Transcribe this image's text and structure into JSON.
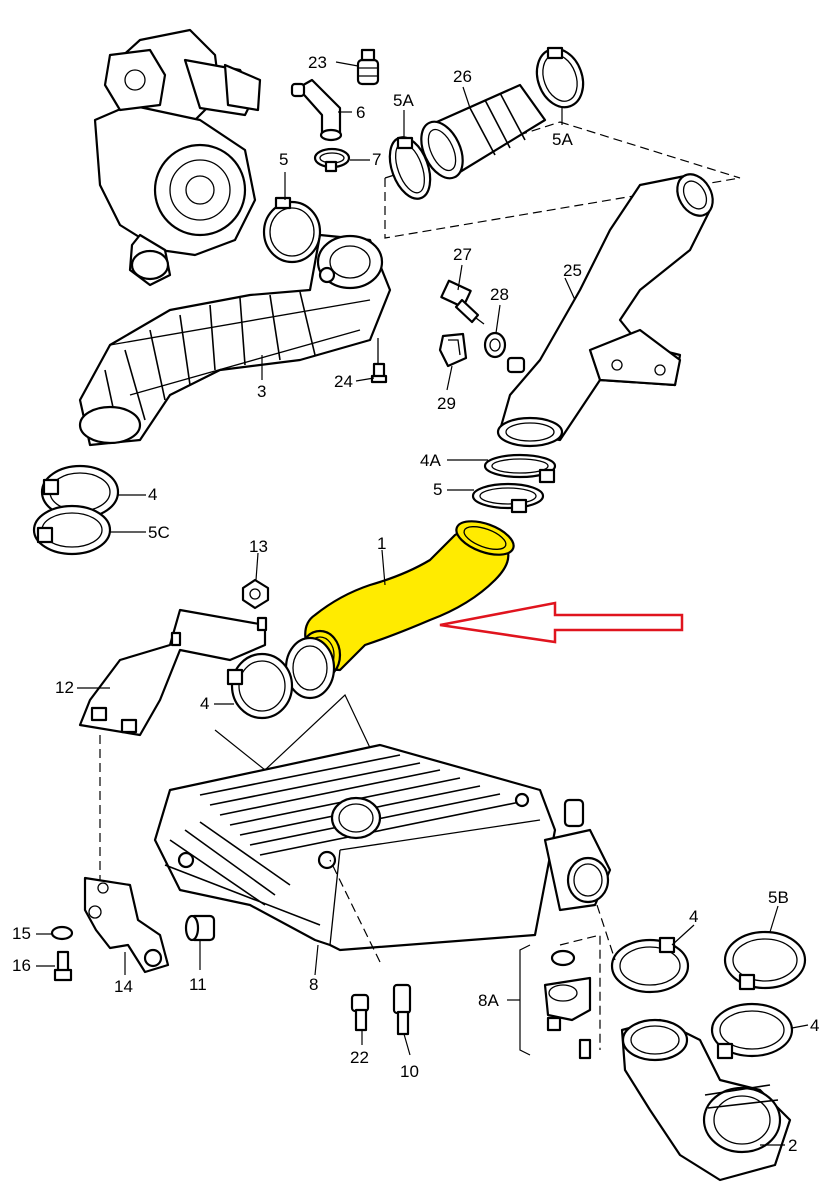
{
  "colors": {
    "highlight_fill": "#ffeb00",
    "arrow_stroke": "#e0141e",
    "line": "#000000",
    "background": "#ffffff"
  },
  "callouts": {
    "c23": "23",
    "c26": "26",
    "c6": "6",
    "c5A_top": "5A",
    "c5A_right": "5A",
    "c7": "7",
    "c5_left": "5",
    "c27": "27",
    "c28": "28",
    "c25": "25",
    "c3": "3",
    "c24": "24",
    "c29": "29",
    "c4A": "4A",
    "c4_left": "4",
    "c5C": "5C",
    "c5_mid": "5",
    "c1": "1",
    "c13": "13",
    "c12": "12",
    "c4_mid": "4",
    "c15": "15",
    "c16": "16",
    "c14": "14",
    "c11": "11",
    "c8": "8",
    "c22": "22",
    "c10": "10",
    "c8A": "8A",
    "c4_right1": "4",
    "c5B": "5B",
    "c4_right2": "4",
    "c2": "2"
  },
  "highlighted_part": "1"
}
